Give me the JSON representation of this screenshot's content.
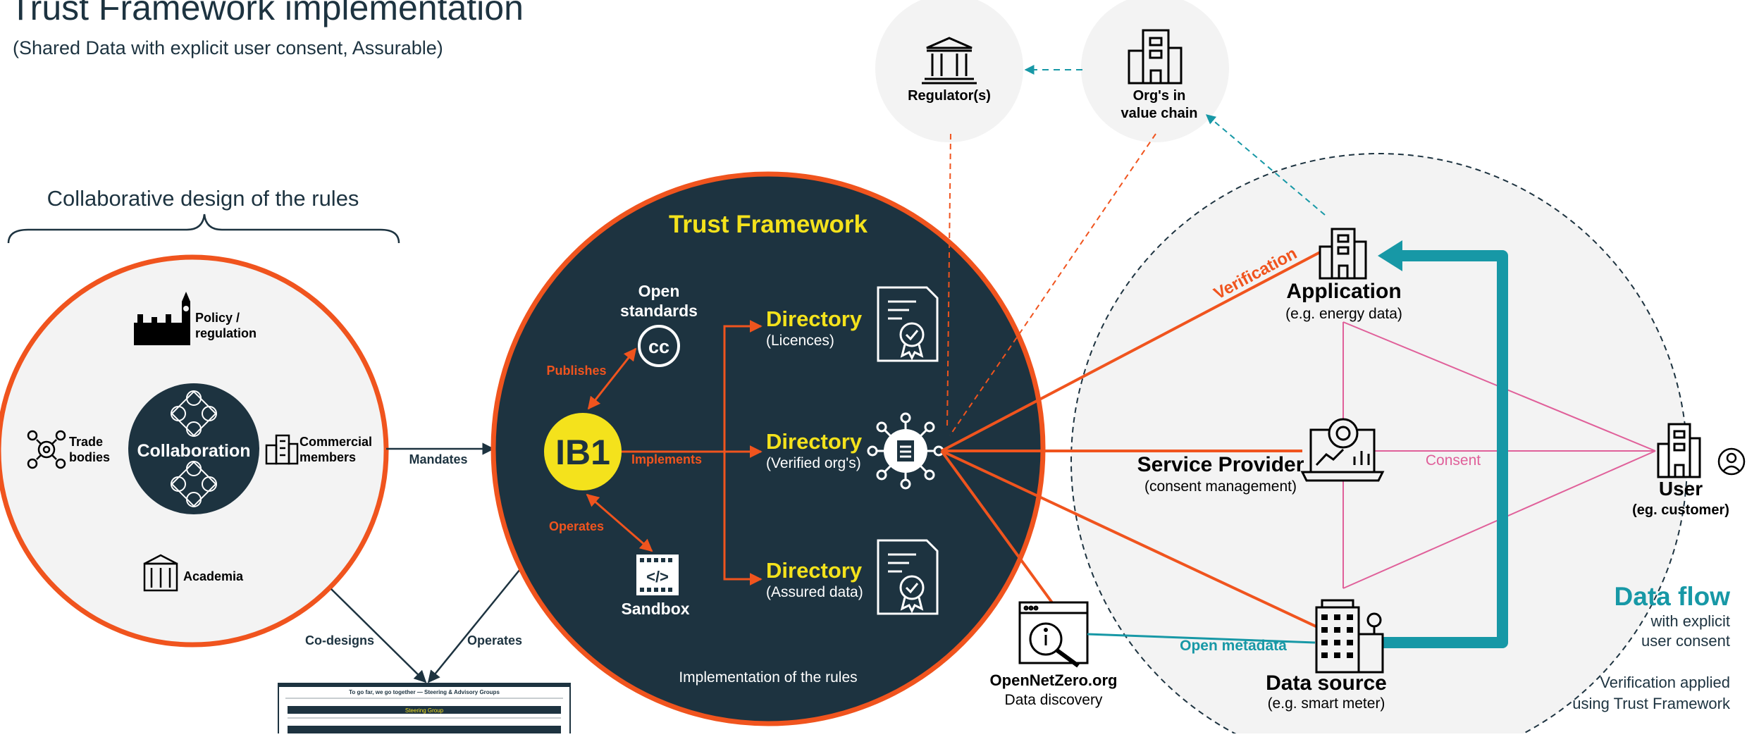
{
  "header": {
    "title": "Trust Framework implementation",
    "subtitle": "(Shared Data with explicit user consent, Assurable)"
  },
  "design": {
    "heading": "Collaborative design of the rules",
    "center": "Collaboration",
    "policy": [
      "Policy /",
      "regulation"
    ],
    "trade": [
      "Trade",
      "bodies"
    ],
    "commercial": [
      "Commercial",
      "members"
    ],
    "academia": "Academia"
  },
  "edges": {
    "mandates": "Mandates",
    "co_designs": "Co-designs",
    "operates_down": "Operates",
    "publishes": "Publishes",
    "implements": "Implements",
    "operates_sandbox": "Operates",
    "verification": "Verification",
    "consent": "Consent",
    "open_metadata": "Open metadata"
  },
  "trust": {
    "title": "Trust Framework",
    "ib1": "IB1",
    "open_standards": [
      "Open",
      "standards"
    ],
    "sandbox": "Sandbox",
    "directories": [
      {
        "title": "Directory",
        "sub": "(Licences)"
      },
      {
        "title": "Directory",
        "sub": "(Verified org's)"
      },
      {
        "title": "Directory",
        "sub": "(Assured data)"
      }
    ],
    "footer": "Implementation of the rules"
  },
  "external": {
    "regulators": "Regulator(s)",
    "orgs": [
      "Org's in",
      "value chain"
    ]
  },
  "flow": {
    "application": {
      "title": "Application",
      "sub": "(e.g. energy data)"
    },
    "service_provider": {
      "title": "Service Provider",
      "sub": "(consent management)"
    },
    "data_source": {
      "title": "Data source",
      "sub": "(e.g. smart meter)"
    },
    "user": {
      "title": "User",
      "sub": "(eg. customer)"
    },
    "opennetzero": {
      "title": "OpenNetZero.org",
      "sub": "Data discovery"
    }
  },
  "legend": {
    "data_flow": "Data flow",
    "with_consent": [
      "with explicit",
      "user consent"
    ],
    "verification_note": [
      "Verification applied",
      "using Trust Framework"
    ]
  },
  "doc_thumb": {
    "title": "To go far, we go together — Steering & Advisory Groups",
    "bar": "Steering Group"
  },
  "colors": {
    "navy": "#1d3340",
    "orange": "#f0541e",
    "yellow": "#f4e21c",
    "teal": "#1798a6",
    "pink": "#e0609a",
    "light": "#f3f3f3"
  }
}
